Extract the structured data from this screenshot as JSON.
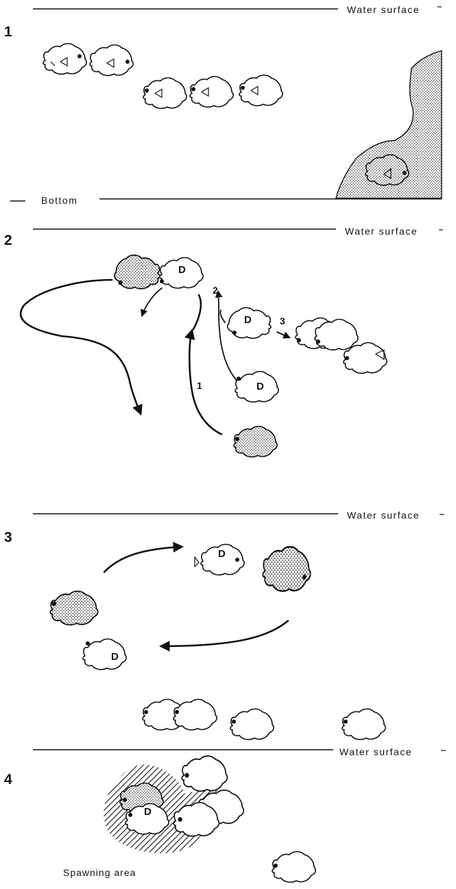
{
  "panels": [
    {
      "number": "1",
      "surface_label": "Water surface",
      "bottom_label": "Bottom"
    },
    {
      "number": "2",
      "surface_label": "Water surface",
      "path_labels": [
        "1",
        "2",
        "3"
      ]
    },
    {
      "number": "3",
      "surface_label": "Water surface"
    },
    {
      "number": "4",
      "surface_label": "Water surface",
      "area_label": "Spawning area"
    }
  ],
  "fish_marker": "D",
  "colors": {
    "ink": "#111111",
    "stipple_fill": "#bdbdbd"
  }
}
